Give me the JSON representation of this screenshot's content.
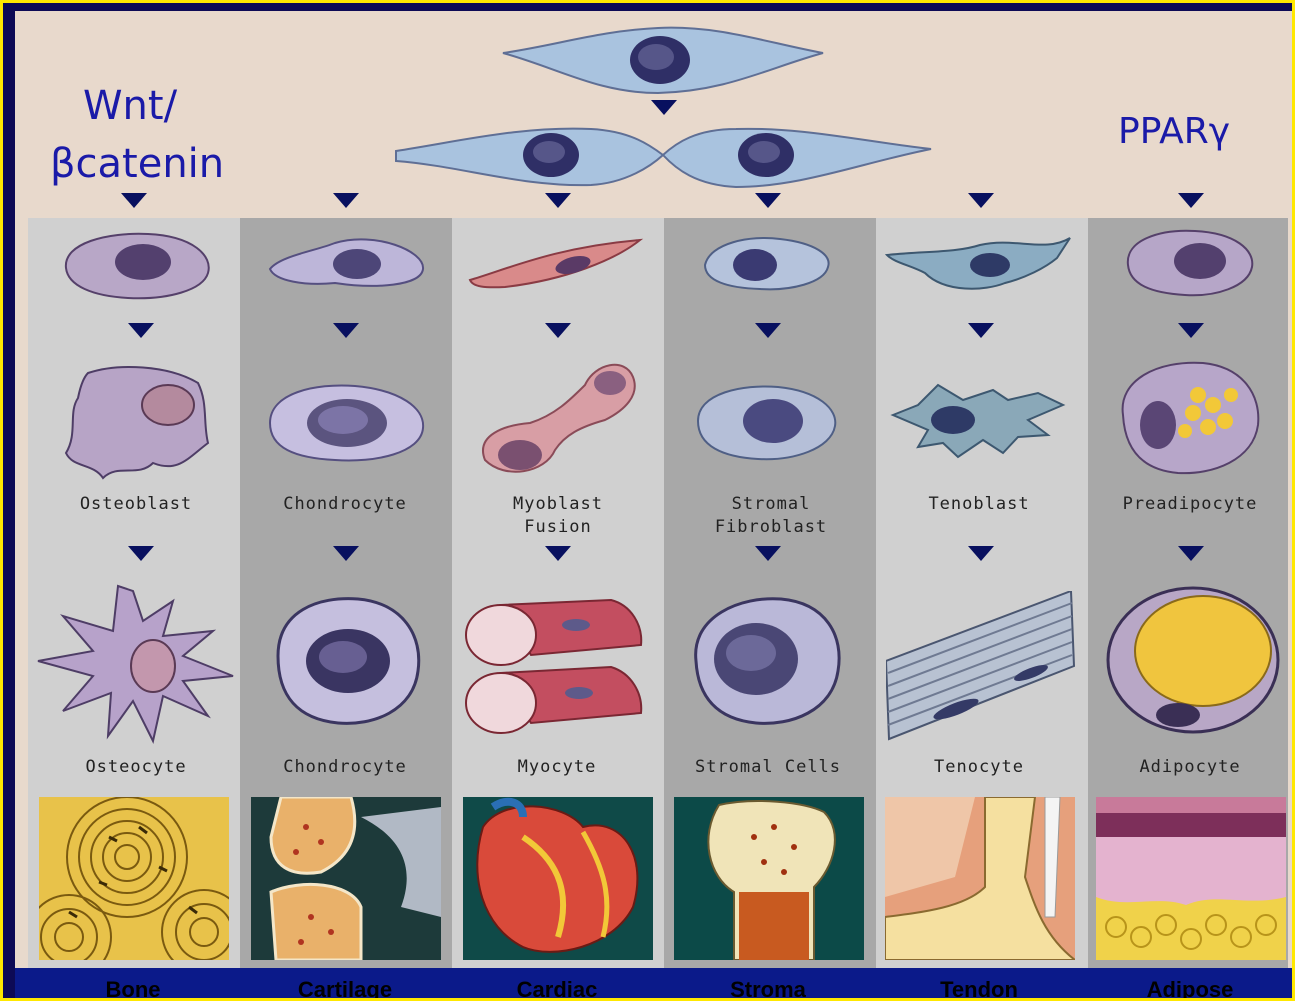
{
  "annotations": {
    "wnt_line1": "Wnt/",
    "wnt_line2": "βcatenin",
    "ppar": "PPARγ"
  },
  "columns": [
    {
      "progenitor_label": "Osteoblast",
      "mature_label": "Osteocyte",
      "tissue": "Bone"
    },
    {
      "progenitor_label": "Chondrocyte",
      "mature_label": "Chondrocyte",
      "tissue": "Cartilage"
    },
    {
      "progenitor_label": "Myoblast Fusion",
      "mature_label": "Myocyte",
      "tissue": "Cardiac"
    },
    {
      "progenitor_label": "Stromal Fibroblast",
      "mature_label": "Stromal Cells",
      "tissue": "Stroma"
    },
    {
      "progenitor_label": "Tenoblast",
      "mature_label": "Tenocyte",
      "tissue": "Tendon"
    },
    {
      "progenitor_label": "Preadipocyte",
      "mature_label": "Adipocyte",
      "tissue": "Adipose"
    }
  ],
  "colors": {
    "background": "#e8d9cc",
    "border": "#ffe800",
    "frame": "#0d0a55",
    "arrow": "#08105f",
    "annotation_text": "#1a1aa8"
  }
}
